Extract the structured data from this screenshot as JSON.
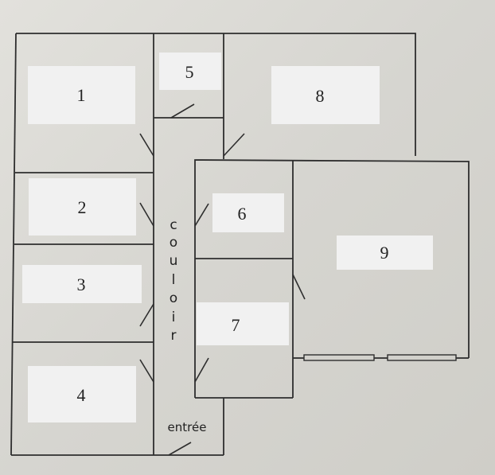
{
  "rooms": [
    {
      "id": "1",
      "label": "1"
    },
    {
      "id": "2",
      "label": "2"
    },
    {
      "id": "3",
      "label": "3"
    },
    {
      "id": "4",
      "label": "4"
    },
    {
      "id": "5",
      "label": "5"
    },
    {
      "id": "6",
      "label": "6"
    },
    {
      "id": "7",
      "label": "7"
    },
    {
      "id": "8",
      "label": "8"
    },
    {
      "id": "9",
      "label": "9"
    }
  ],
  "corridor": {
    "letters": [
      "c",
      "o",
      "u",
      "l",
      "o",
      "i",
      "r"
    ]
  },
  "entrance": {
    "label": "entrée"
  }
}
